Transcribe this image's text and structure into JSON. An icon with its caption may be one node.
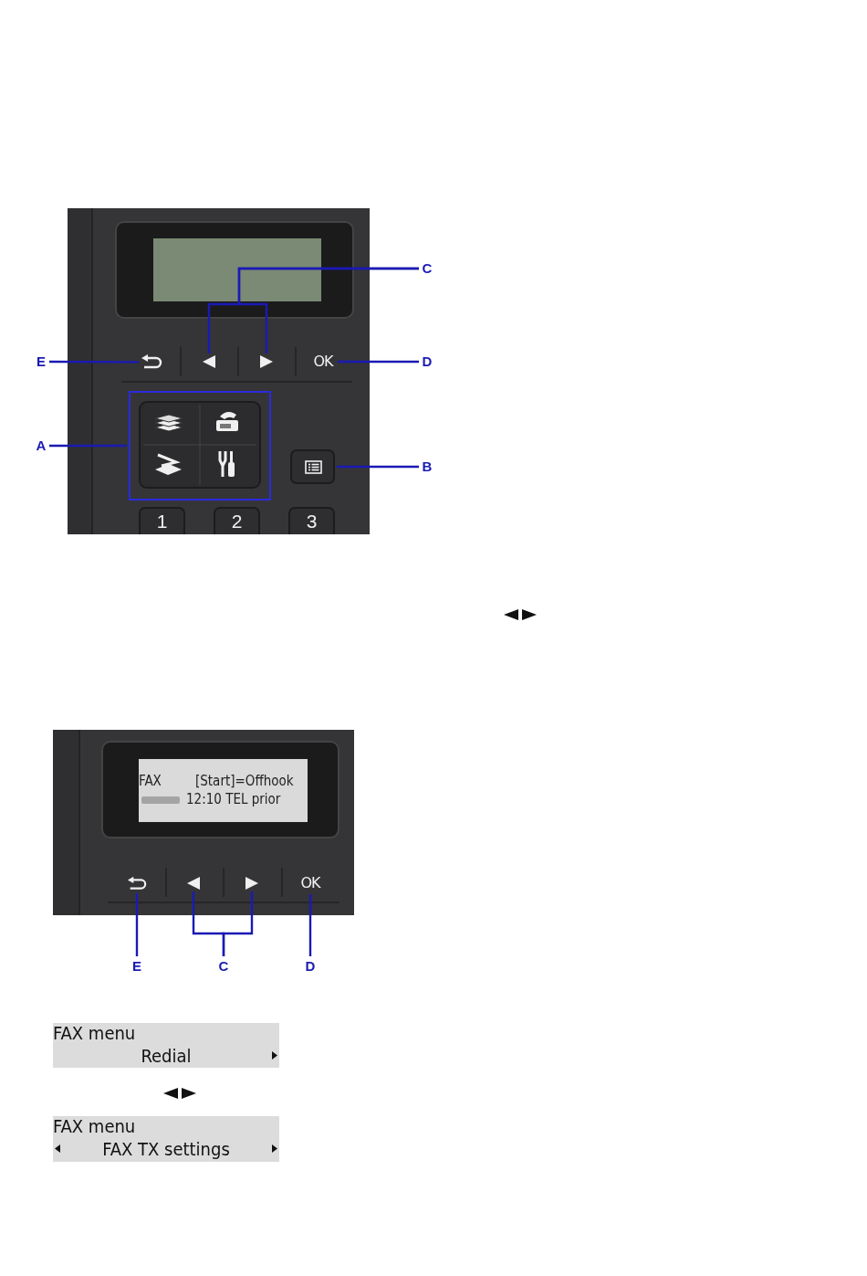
{
  "diagram": {
    "nodes": [
      {
        "text": [
          "E"
        ]
      },
      {
        "text": [],
        "shape": "button"
      },
      {
        "text": [],
        "shape": "button"
      },
      {
        "text": [],
        "shape": "button"
      },
      {
        "text": [
          "C"
        ]
      },
      {
        "text": [
          "OK"
        ]
      },
      {
        "text": [
          "D"
        ]
      },
      {
        "text": [
          "A"
        ]
      },
      {
        "text": [],
        "shape": "box"
      },
      {
        "text": [],
        "shape": "button"
      },
      {
        "text": [
          "B"
        ]
      },
      {
        "text": [
          "1"
        ]
      },
      {
        "text": [
          "2"
        ]
      },
      {
        "text": [
          "3"
        ]
      },
      {
        "text": [
          "FAX",
          "[Start]=Offhook",
          "12:10 TEL prior"
        ]
      },
      {
        "text": [],
        "shape": "button"
      },
      {
        "text": [],
        "shape": "button"
      },
      {
        "text": [],
        "shape": "button"
      },
      {
        "text": [
          "OK"
        ]
      },
      {
        "text": [
          "E"
        ]
      },
      {
        "text": [
          "C"
        ]
      },
      {
        "text": [
          "D"
        ]
      },
      {
        "text": [
          "FAX menu",
          "Redial"
        ]
      },
      {
        "text": [
          "FAX menu",
          "FAX TX settings"
        ]
      }
    ],
    "edges": [
      {
        "from": 0,
        "to": 1,
        "arrow": "none"
      },
      {
        "from": 4,
        "to": 2,
        "arrow": "none"
      },
      {
        "from": 4,
        "to": 3,
        "arrow": "none"
      },
      {
        "from": 6,
        "to": 5,
        "arrow": "none"
      },
      {
        "from": 7,
        "to": 8,
        "arrow": "none"
      },
      {
        "from": 10,
        "to": 9,
        "arrow": "none"
      },
      {
        "from": 19,
        "to": 15,
        "arrow": "none"
      },
      {
        "from": 20,
        "to": 16,
        "arrow": "none"
      },
      {
        "from": 20,
        "to": 17,
        "arrow": "none"
      },
      {
        "from": 21,
        "to": 18,
        "arrow": "none"
      }
    ]
  }
}
